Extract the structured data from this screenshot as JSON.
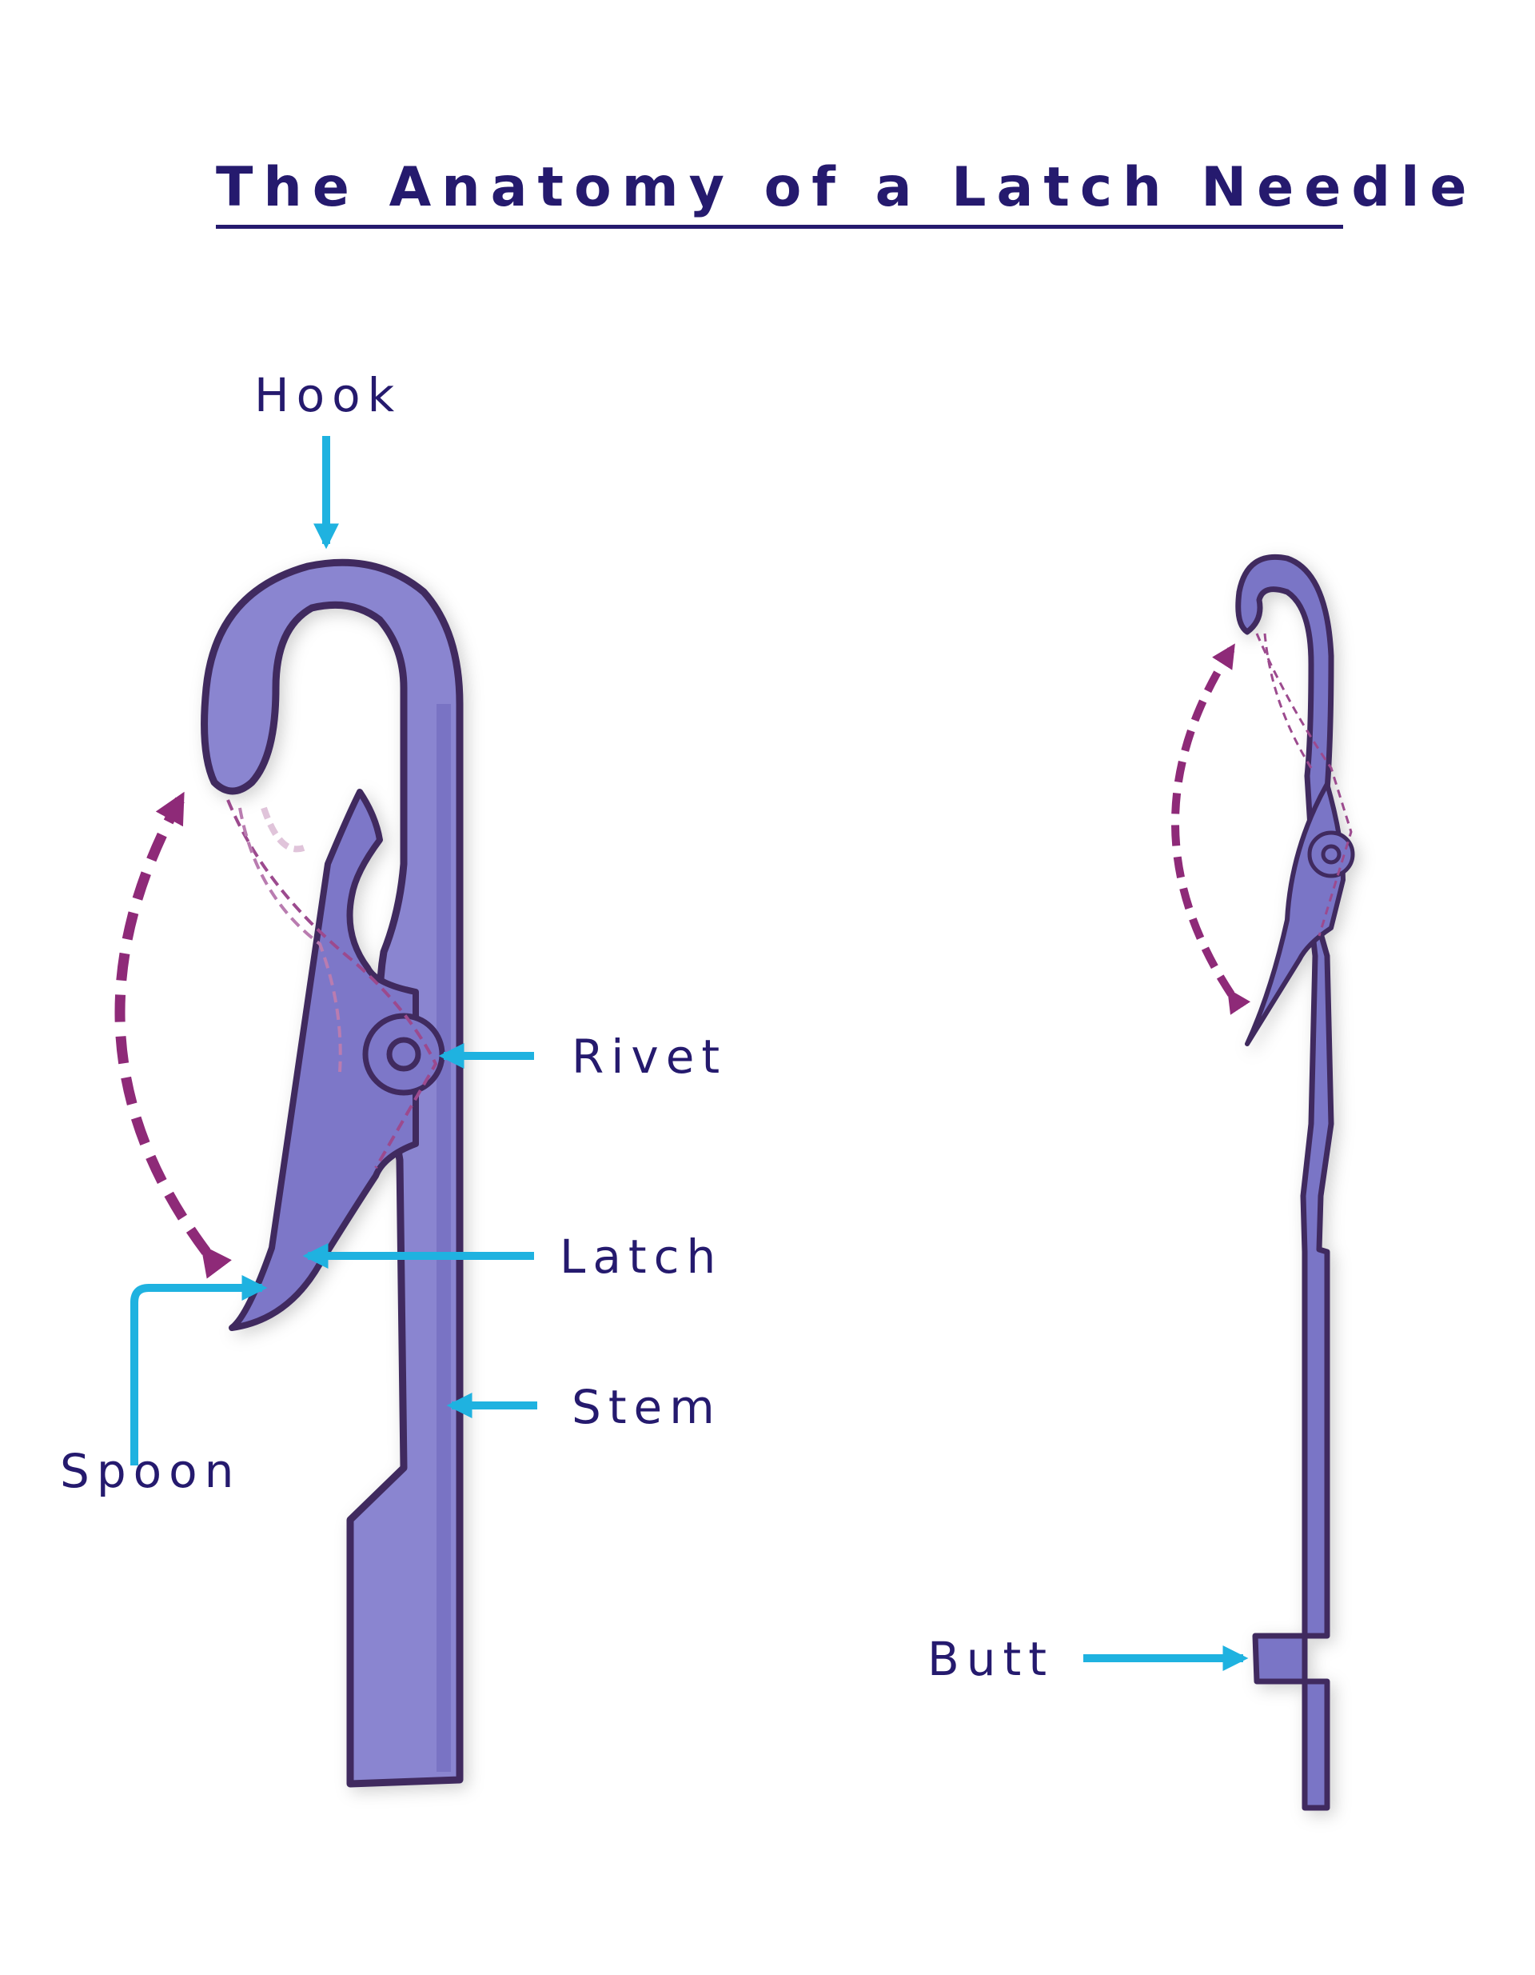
{
  "title": "The Anatomy of a Latch Needle",
  "labels": {
    "hook": "Hook",
    "rivet": "Rivet",
    "latch": "Latch",
    "stem": "Stem",
    "spoon": "Spoon",
    "butt": "Butt"
  },
  "colors": {
    "title_text": "#251a6e",
    "needle_fill": "#8a85d0",
    "needle_outline": "#3f2c5e",
    "pointer_arrow": "#1fb2e0",
    "motion_arrow": "#8e2a78"
  }
}
